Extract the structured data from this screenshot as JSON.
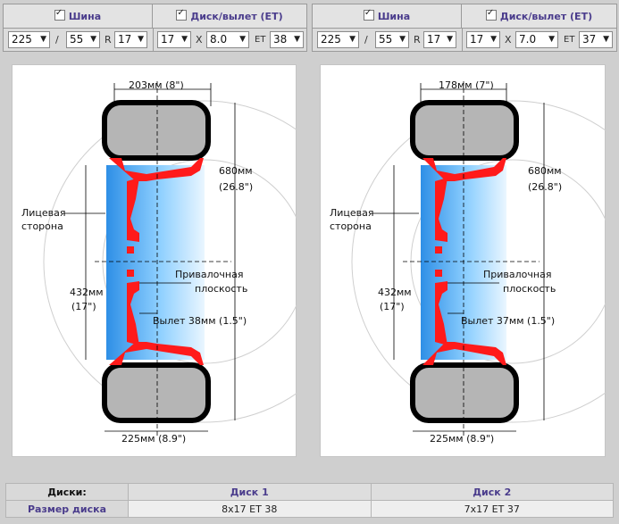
{
  "controls": [
    {
      "tire_label": "Шина",
      "wheel_label": "Диск/вылет (ET)",
      "tire_width": "225",
      "slash": "/",
      "tire_profile": "55",
      "r_sep": "R",
      "tire_rim": "17",
      "wheel_dia": "17",
      "x_sep": "X",
      "wheel_width": "8.0",
      "et_sep": "ET",
      "wheel_et": "38"
    },
    {
      "tire_label": "Шина",
      "wheel_label": "Диск/вылет (ET)",
      "tire_width": "225",
      "slash": "/",
      "tire_profile": "55",
      "r_sep": "R",
      "tire_rim": "17",
      "wheel_dia": "17",
      "x_sep": "X",
      "wheel_width": "7.0",
      "et_sep": "ET",
      "wheel_et": "37"
    }
  ],
  "diagrams": [
    {
      "top_width": "203мм (8\")",
      "outer_dia_mm": "680мм",
      "outer_dia_in": "(26.8\")",
      "face_label_1": "Лицевая",
      "face_label_2": "сторона",
      "mount_label_1": "Привалочная",
      "mount_label_2": "плоскость",
      "rim_dia_mm": "432мм",
      "rim_dia_in": "(17\")",
      "offset_label": "Вылет 38мм (1.5\")",
      "tire_width_label": "225мм (8.9\")"
    },
    {
      "top_width": "178мм (7\")",
      "outer_dia_mm": "680мм",
      "outer_dia_in": "(26.8\")",
      "face_label_1": "Лицевая",
      "face_label_2": "сторона",
      "mount_label_1": "Привалочная",
      "mount_label_2": "плоскость",
      "rim_dia_mm": "432мм",
      "rim_dia_in": "(17\")",
      "offset_label": "Вылет 37мм (1.5\")",
      "tire_width_label": "225мм (8.9\")"
    }
  ],
  "table": {
    "header": [
      "Диски:",
      "Диск 1",
      "Диск 2"
    ],
    "rows": [
      {
        "label": "Размер диска",
        "v1": "8x17 ET 38",
        "v2": "7x17 ET 37"
      }
    ]
  },
  "colors": {
    "accent_text": "#4a3c8c",
    "wheel_red": "#ff1a1a",
    "tire_gray": "#b5b5b5",
    "rim_blue": "#4aa8f0"
  }
}
